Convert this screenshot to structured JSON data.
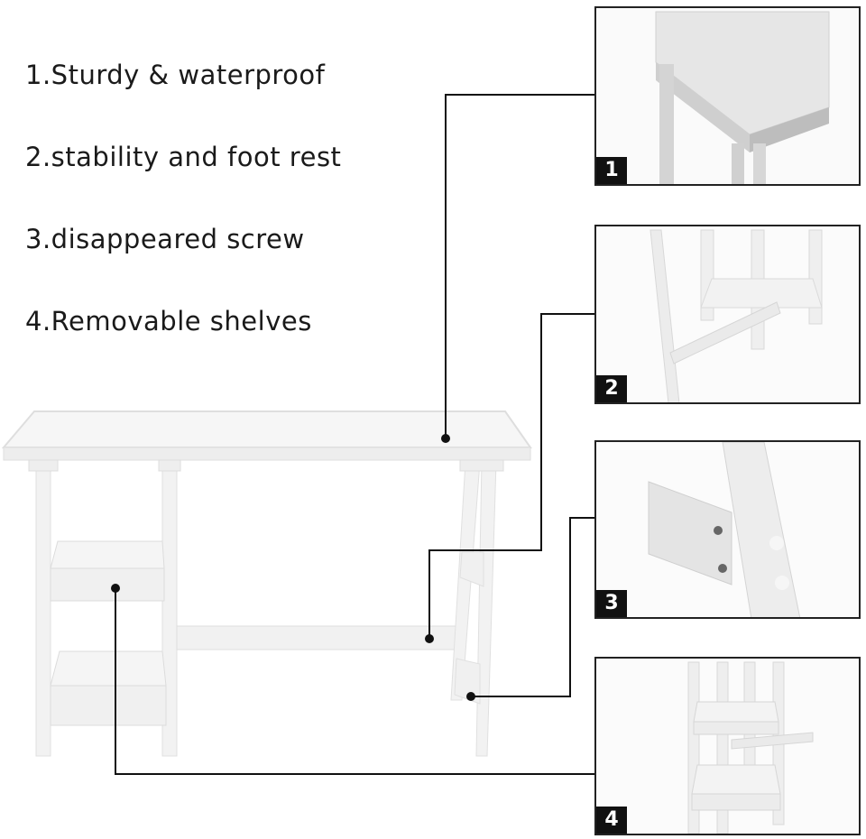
{
  "features": [
    {
      "label": "1.Sturdy & waterproof"
    },
    {
      "label": "2.stability and foot rest"
    },
    {
      "label": "3.disappeared screw"
    },
    {
      "label": "4.Removable shelves"
    }
  ],
  "panels": [
    {
      "number": "1"
    },
    {
      "number": "2"
    },
    {
      "number": "3"
    },
    {
      "number": "4"
    }
  ],
  "colors": {
    "desk": "#f7f7f7",
    "desk_edge": "#dcdcdc",
    "line": "#111111"
  }
}
